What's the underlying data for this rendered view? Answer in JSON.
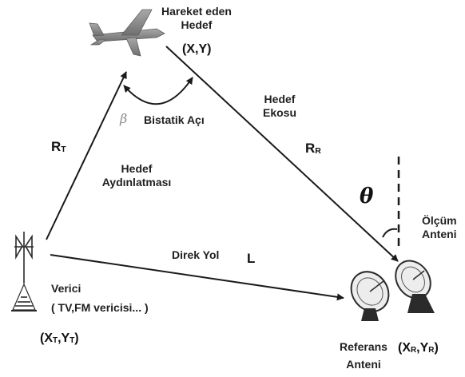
{
  "labels": {
    "target_line1": "Hareket eden",
    "target_line2": "Hedef",
    "target_coords": "(X,Y)",
    "beta": "β",
    "bistatic_angle": "Bistatik Açı",
    "echo_line1": "Hedef",
    "echo_line2": "Ekosu",
    "rt_main": "R",
    "rt_sub": "T",
    "rr_main": "R",
    "rr_sub": "R",
    "illum_line1": "Hedef",
    "illum_line2": "Aydınlatması",
    "theta": "θ",
    "meas_line1": "Ölçüm",
    "meas_line2": "Anteni",
    "direct_path": "Direk Yol",
    "direct_l": "L",
    "tx_line1": "Verici",
    "tx_line2": "( TV,FM vericisi... )",
    "tx_coords": {
      "open": "(X",
      "sub1": "T",
      "mid": ",Y",
      "sub2": "T",
      "close": ")"
    },
    "ref_line1": "Referans",
    "ref_line2": "Anteni",
    "rx_coords": {
      "open": "(X",
      "sub1": "R",
      "mid": ",Y",
      "sub2": "R",
      "close": ")"
    }
  },
  "colors": {
    "line": "#1a1a1a",
    "aircraft": "#8c8c8c",
    "dish": "#2b2b2b"
  },
  "icons": [
    "aircraft-icon",
    "transmitter-tower-icon",
    "reference-dish-icon",
    "measurement-dish-icon"
  ]
}
